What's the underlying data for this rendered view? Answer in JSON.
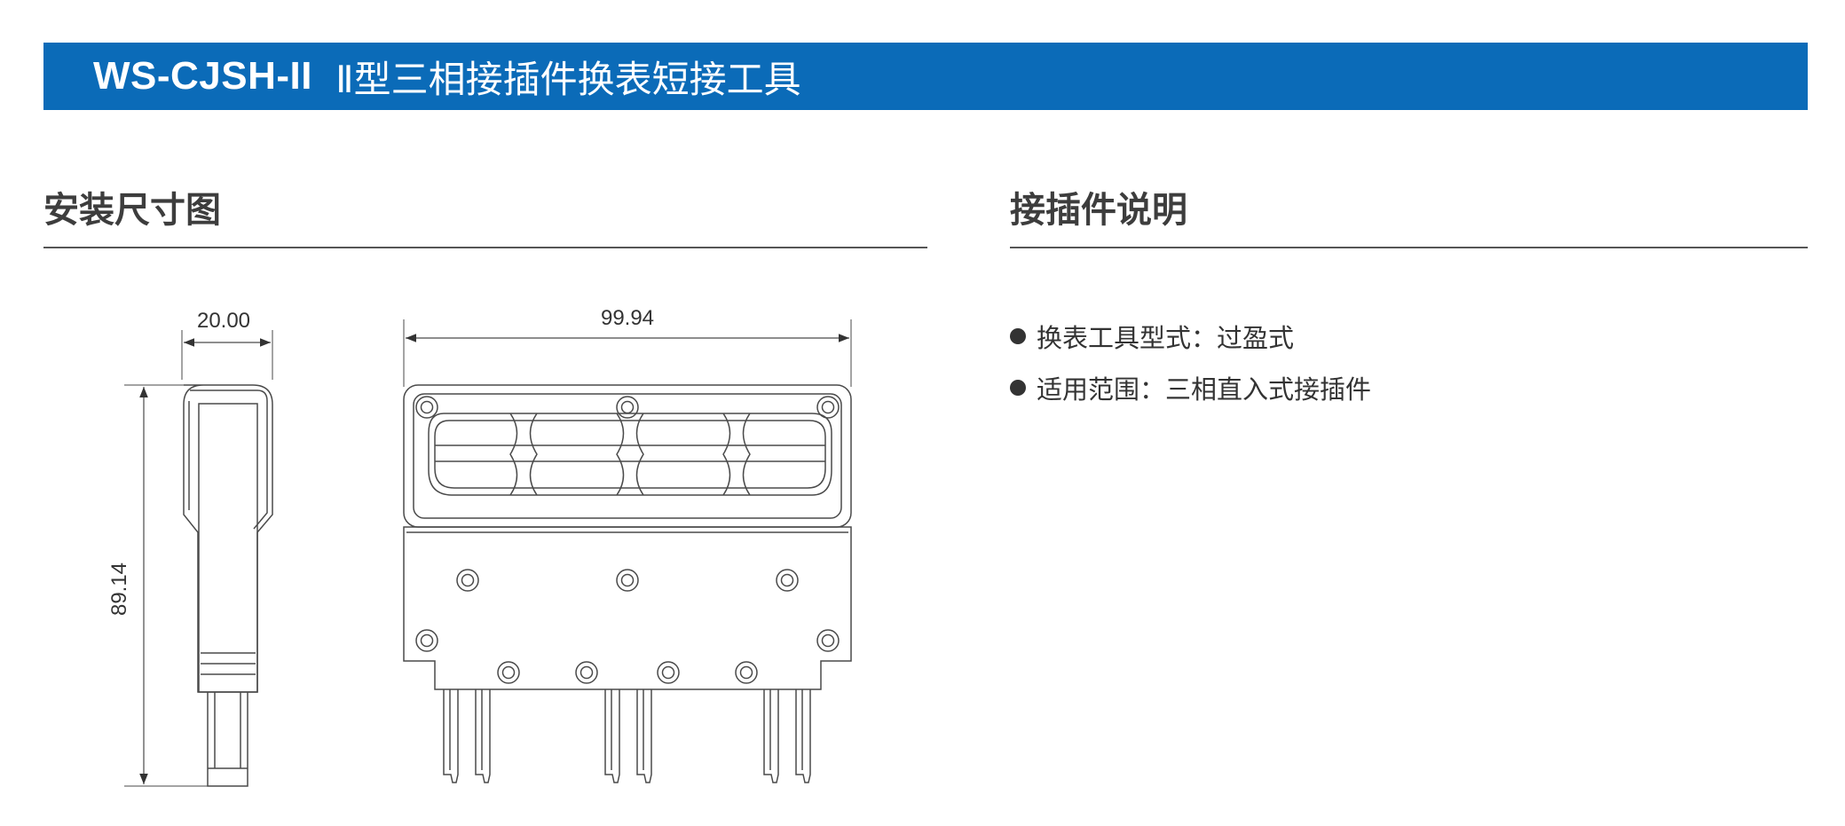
{
  "header": {
    "model": "WS-CJSH-II",
    "name": "Ⅱ型三相接插件换表短接工具"
  },
  "sections": {
    "dimensions_title": "安装尺寸图",
    "description_title": "接插件说明"
  },
  "dimensions": {
    "side_width": "20.00",
    "side_height": "89.14",
    "front_width": "99.94"
  },
  "specs": [
    "换表工具型式：过盈式",
    "适用范围：三相直入式接插件"
  ],
  "colors": {
    "banner": "#0b6bb8",
    "text": "#333333",
    "line": "#555555"
  }
}
